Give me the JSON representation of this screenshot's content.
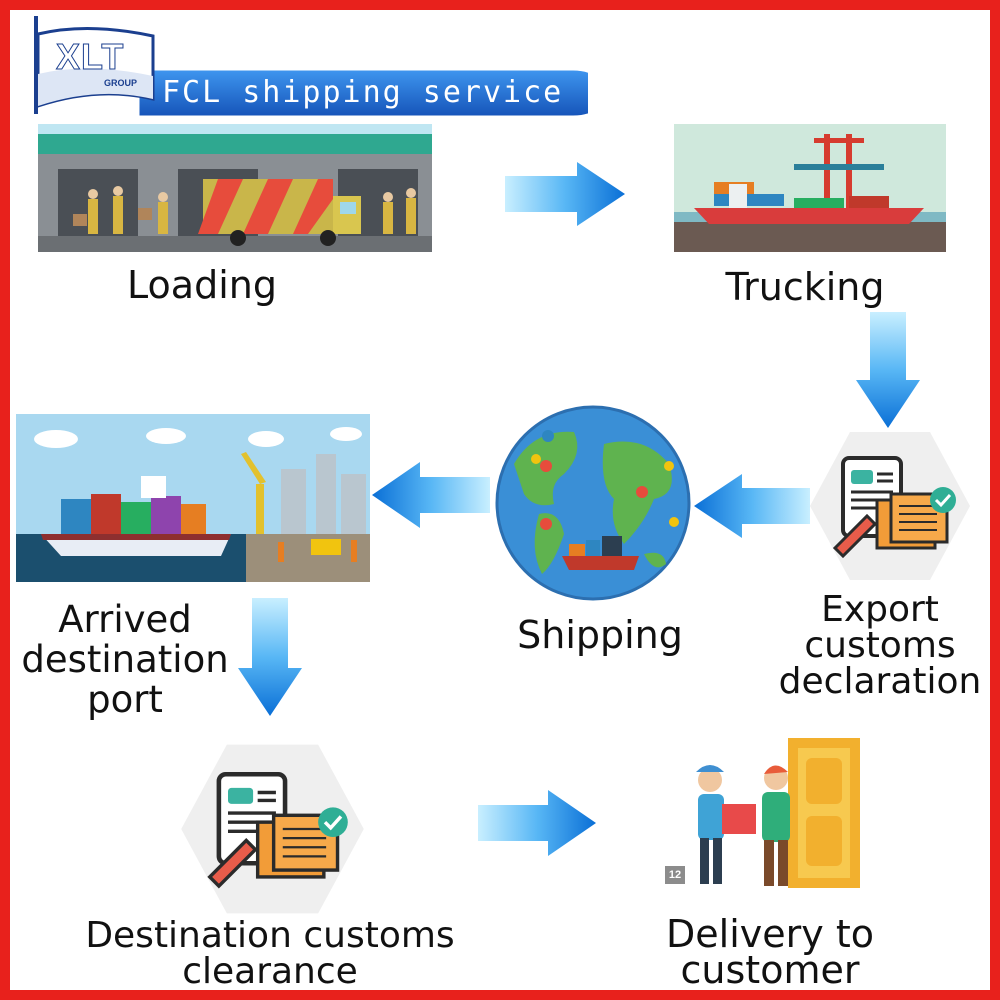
{
  "logo": {
    "text": "XLT",
    "sub": "GROUP"
  },
  "banner": {
    "title": "FCL shipping service"
  },
  "steps": [
    {
      "label": "Loading"
    },
    {
      "label": "Trucking"
    },
    {
      "label_lines": [
        "Export",
        "customs",
        "declaration"
      ]
    },
    {
      "label": "Shipping"
    },
    {
      "label_lines": [
        "Arrived",
        "destination",
        "port"
      ]
    },
    {
      "label_lines": [
        "Destination customs",
        "clearance"
      ]
    },
    {
      "label_lines": [
        "Delivery to",
        "customer"
      ]
    }
  ],
  "corner_badge": "12",
  "colors": {
    "frame": "#e8211c",
    "arrow": "#1e88e5",
    "arrow_light": "#8fd3ff",
    "banner": "#1e6fd9"
  }
}
